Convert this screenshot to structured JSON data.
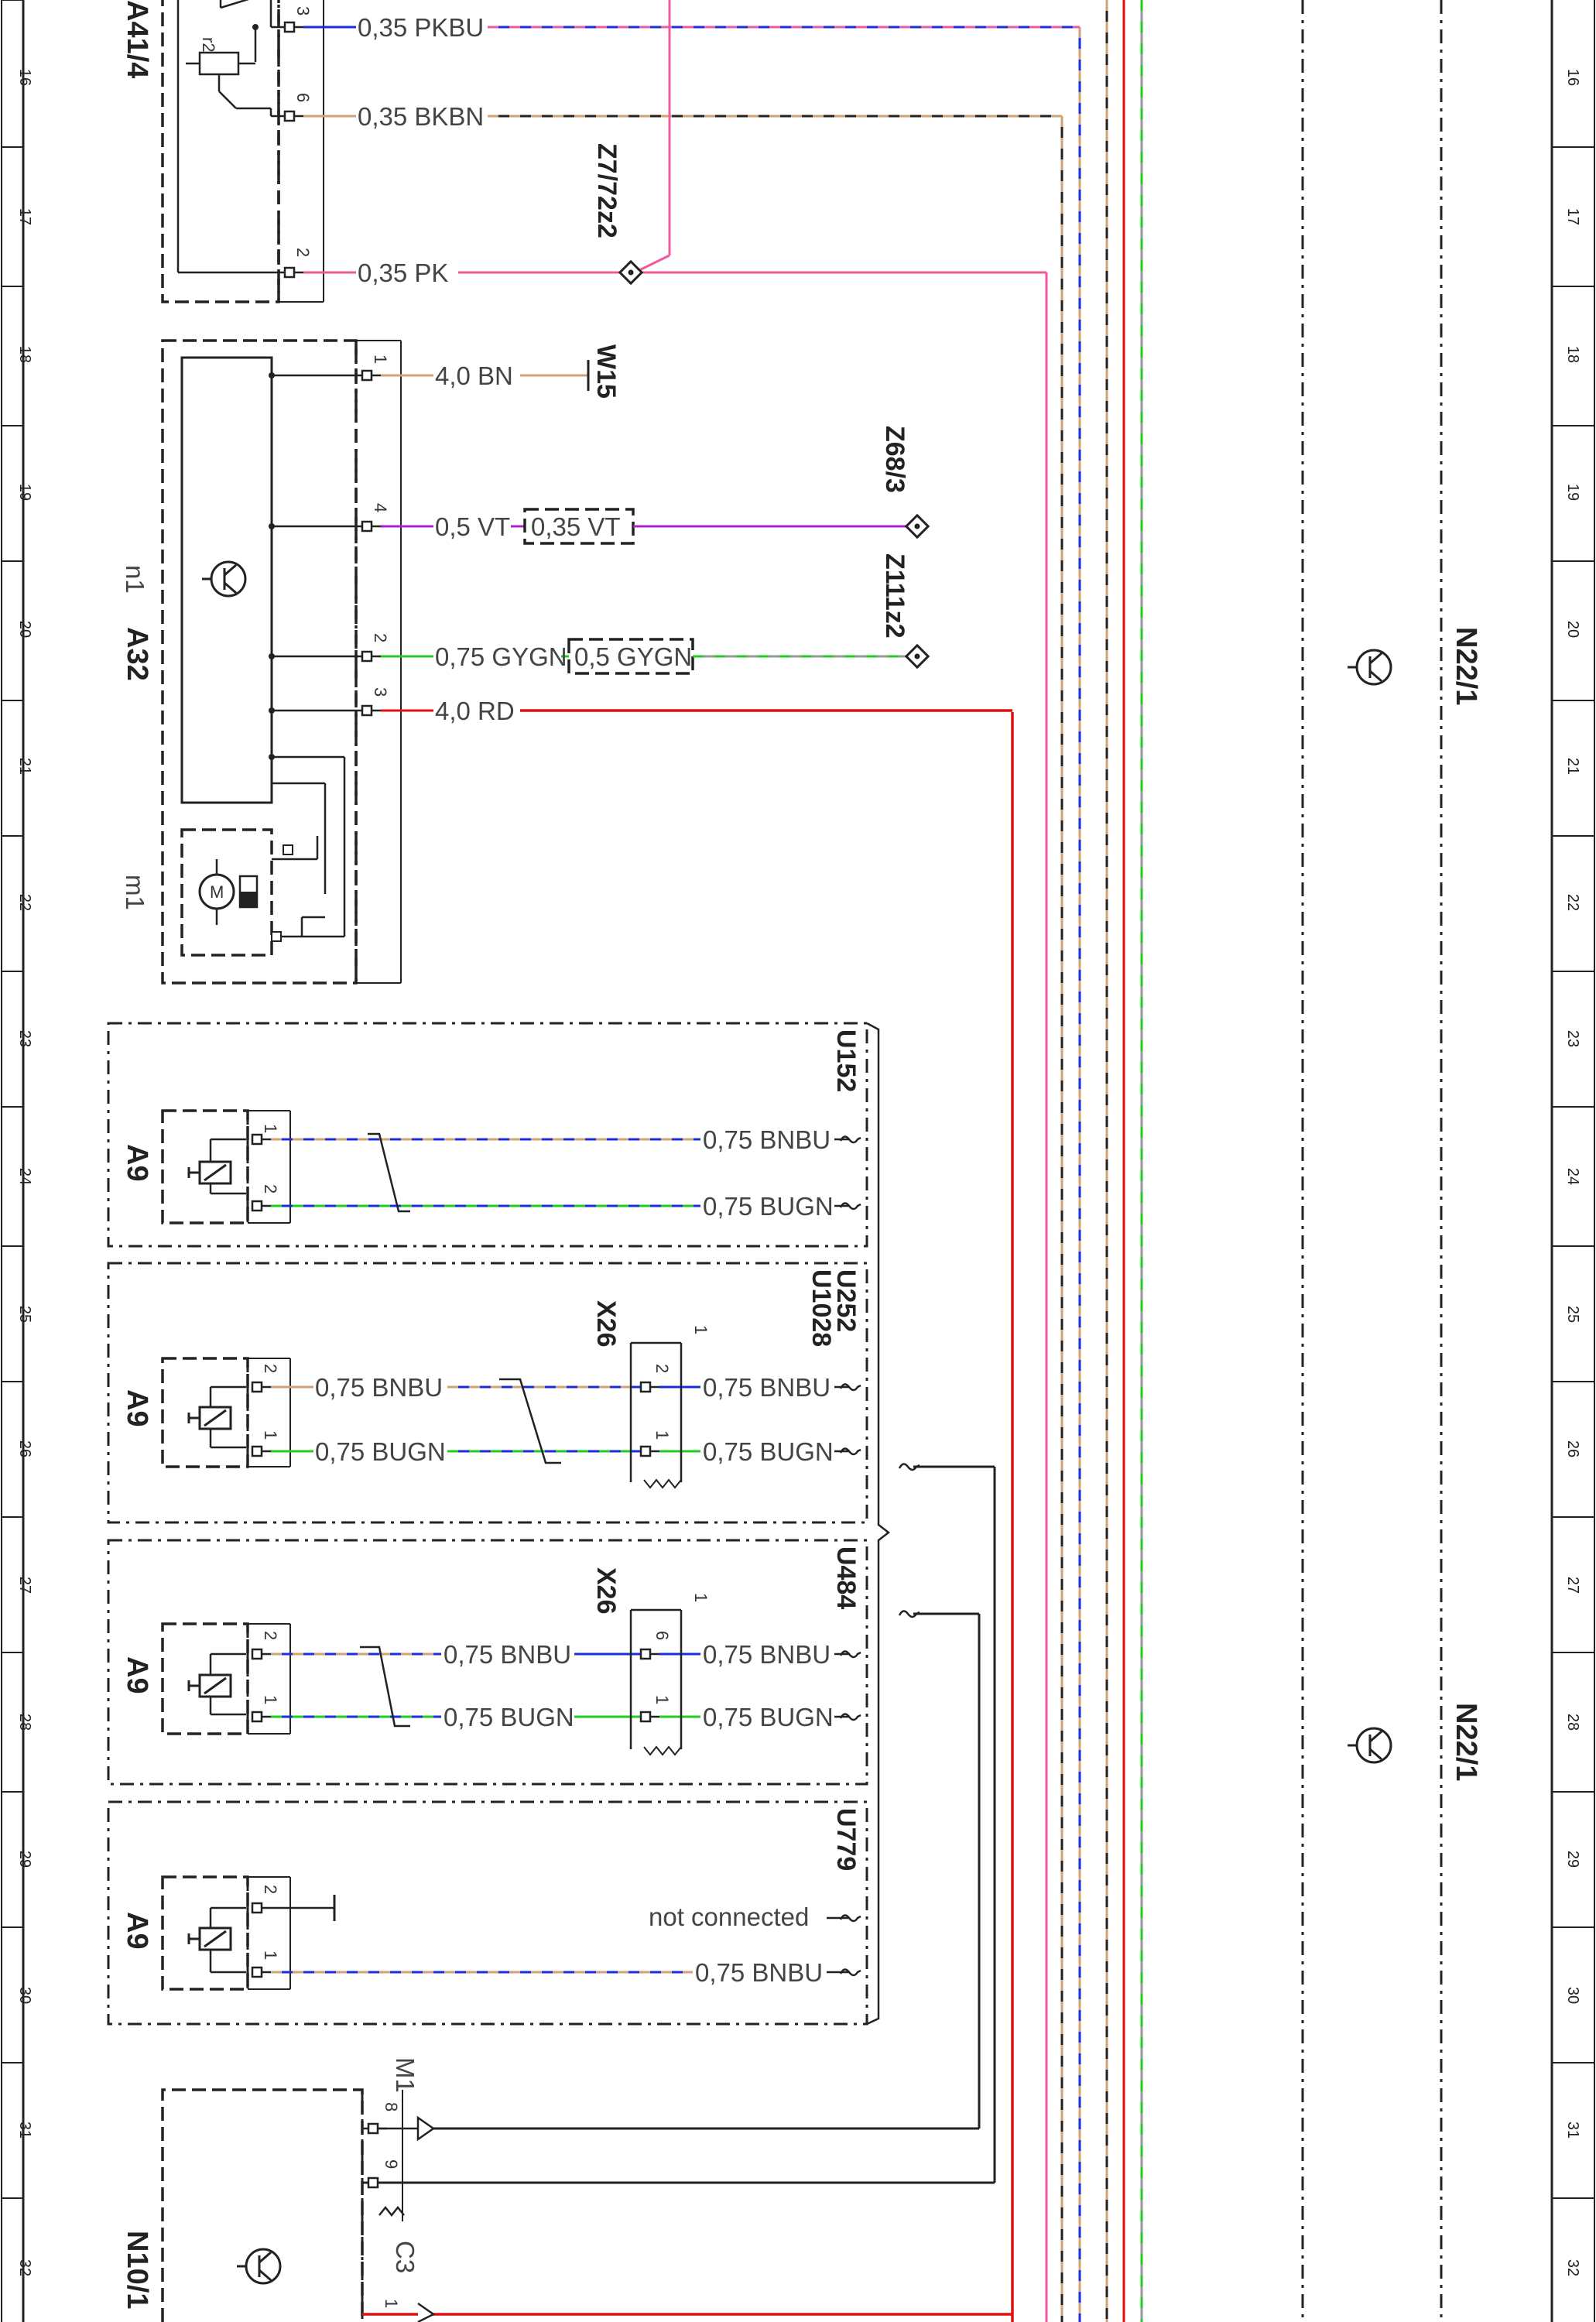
{
  "ruler": {
    "numbers": [
      "16",
      "17",
      "18",
      "19",
      "20",
      "21",
      "22",
      "23",
      "24",
      "25",
      "26",
      "27",
      "28",
      "29",
      "30",
      "31",
      "32"
    ]
  },
  "components": {
    "top_partial": "A41/4",
    "top_resistor": "r2",
    "a32": "A32",
    "a32_n1": "n1",
    "a32_m1": "m1",
    "a32_motor": "M",
    "w15": "W15",
    "a9": "A9",
    "x26": "X26",
    "n22_1": "N22/1",
    "n10_1": "N10/1"
  },
  "connectors": {
    "z7": "Z7/72z2",
    "z68": "Z68/3",
    "z111": "Z111z2"
  },
  "groups": {
    "u152": "U152",
    "u252": "U252",
    "u1028": "U1028",
    "u484": "U484",
    "u779": "U779"
  },
  "wires": {
    "pkbu": "0,35 PKBU",
    "bkbn": "0,35 BKBN",
    "pk": "0,35 PK",
    "bn40": "4,0 BN",
    "vt05": "0,5 VT",
    "vt035": "0,35 VT",
    "gygn075": "0,75 GYGN",
    "gygn05": "0,5 GYGN",
    "rd40": "4,0 RD",
    "bnbu": "0,75 BNBU",
    "bugn": "0,75 BUGN",
    "not_connected": "not connected"
  },
  "pins": {
    "p1": "1",
    "p2": "2",
    "p3": "3",
    "p4": "4",
    "p6": "6",
    "p8": "8",
    "p9": "9"
  },
  "plugs": {
    "m1": "M1",
    "c3": "C3"
  },
  "colors": {
    "pink": "#ee5a9b",
    "blue": "#1a2ee0",
    "brown": "#d2a277",
    "black": "#222222",
    "violet": "#b020c8",
    "green": "#22cc22",
    "gray": "#999999",
    "red": "#dd1111"
  }
}
